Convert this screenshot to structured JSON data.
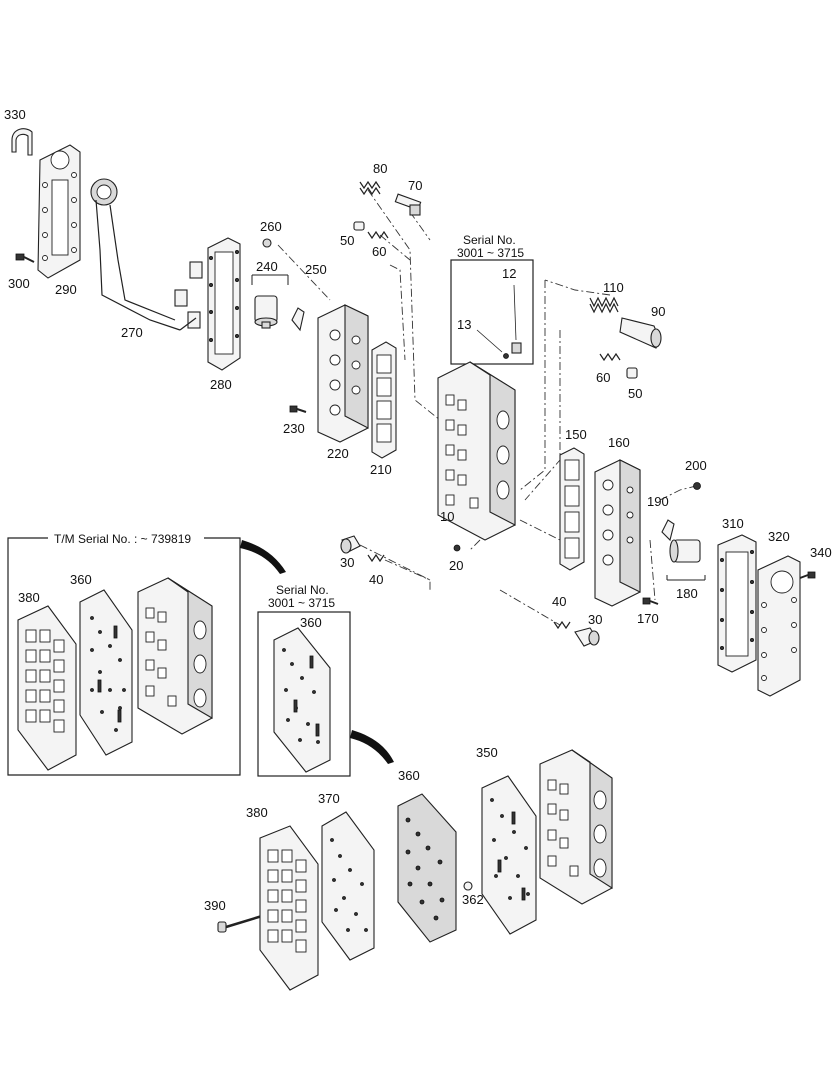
{
  "part_numbers": {
    "p10": "10",
    "p12": "12",
    "p13": "13",
    "p20": "20",
    "p30a": "30",
    "p30b": "30",
    "p40a": "40",
    "p40b": "40",
    "p50a": "50",
    "p50b": "50",
    "p60a": "60",
    "p60b": "60",
    "p70": "70",
    "p80": "80",
    "p90": "90",
    "p110": "110",
    "p150": "150",
    "p160": "160",
    "p170": "170",
    "p180": "180",
    "p190": "190",
    "p200": "200",
    "p210": "210",
    "p220": "220",
    "p230": "230",
    "p240": "240",
    "p250": "250",
    "p260": "260",
    "p270": "270",
    "p280": "280",
    "p290": "290",
    "p300": "300",
    "p310": "310",
    "p320": "320",
    "p330": "330",
    "p340": "340",
    "p350": "350",
    "p360a": "360",
    "p360b": "360",
    "p360c": "360",
    "p362": "362",
    "p370": "370",
    "p380a": "380",
    "p380b": "380",
    "p390": "390"
  },
  "boxes": {
    "serial_top": {
      "line1": "Serial No.",
      "line2": "3001 ~ 3715"
    },
    "serial_mid": {
      "line1": "Serial No.",
      "line2": "3001 ~ 3715"
    },
    "tm_serial": {
      "title": "T/M Serial No. : ~ 739819"
    }
  }
}
